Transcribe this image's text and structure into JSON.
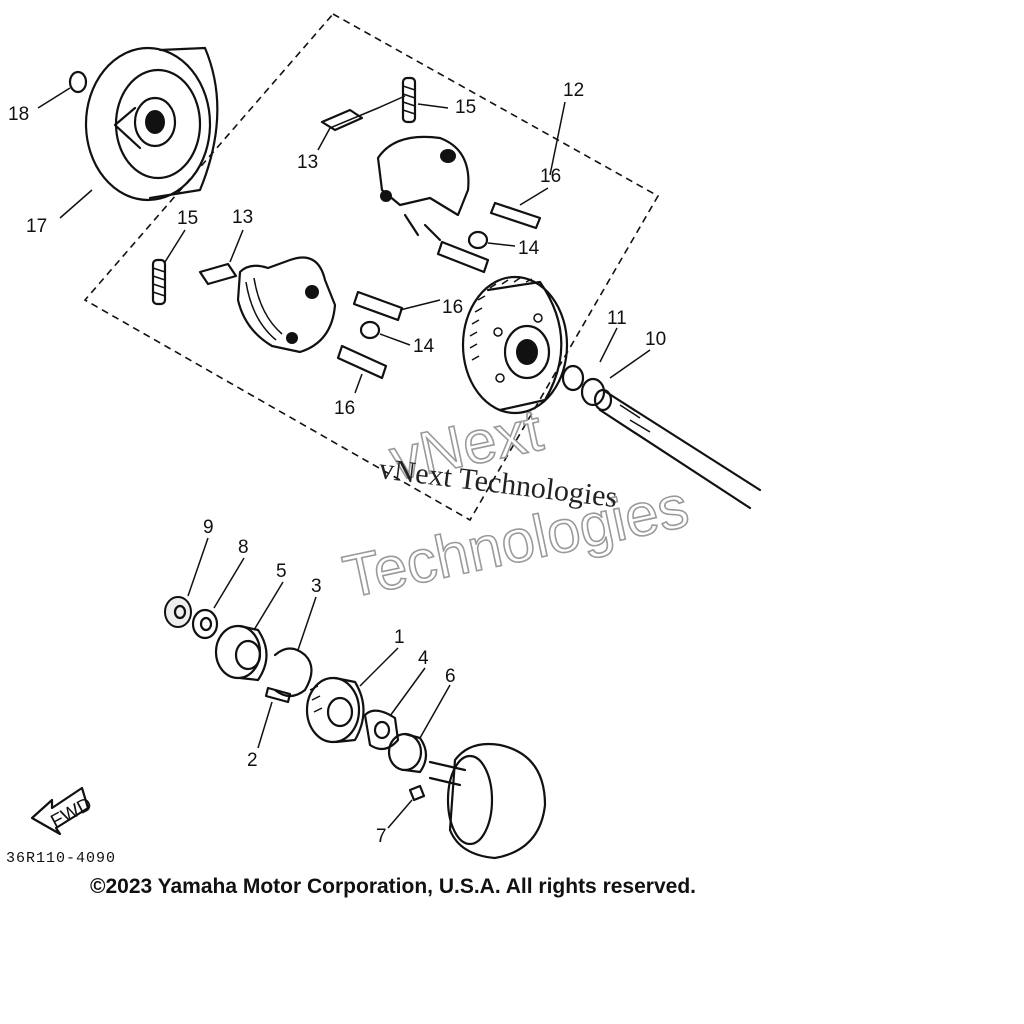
{
  "diagram": {
    "part_labels": {
      "p1": "1",
      "p2": "2",
      "p3": "3",
      "p4": "4",
      "p5": "5",
      "p6": "6",
      "p7": "7",
      "p8": "8",
      "p9": "9",
      "p10": "10",
      "p11": "11",
      "p12": "12",
      "p13a": "13",
      "p13b": "13",
      "p14a": "14",
      "p14b": "14",
      "p15a": "15",
      "p15b": "15",
      "p16a": "16",
      "p16b": "16",
      "p16c": "16",
      "p17": "17",
      "p18": "18"
    },
    "direction_arrow_label": "FWD",
    "drawing_code": "36R110-4090"
  },
  "watermark": {
    "line1": "vNext",
    "line2": "Technologies",
    "serif": "vNext Technologies"
  },
  "footer": {
    "copyright": "©2023 Yamaha Motor Corporation, U.S.A. All rights reserved."
  },
  "colors": {
    "ink": "#111111",
    "watermark": "#9a9a9a",
    "background": "#ffffff"
  }
}
